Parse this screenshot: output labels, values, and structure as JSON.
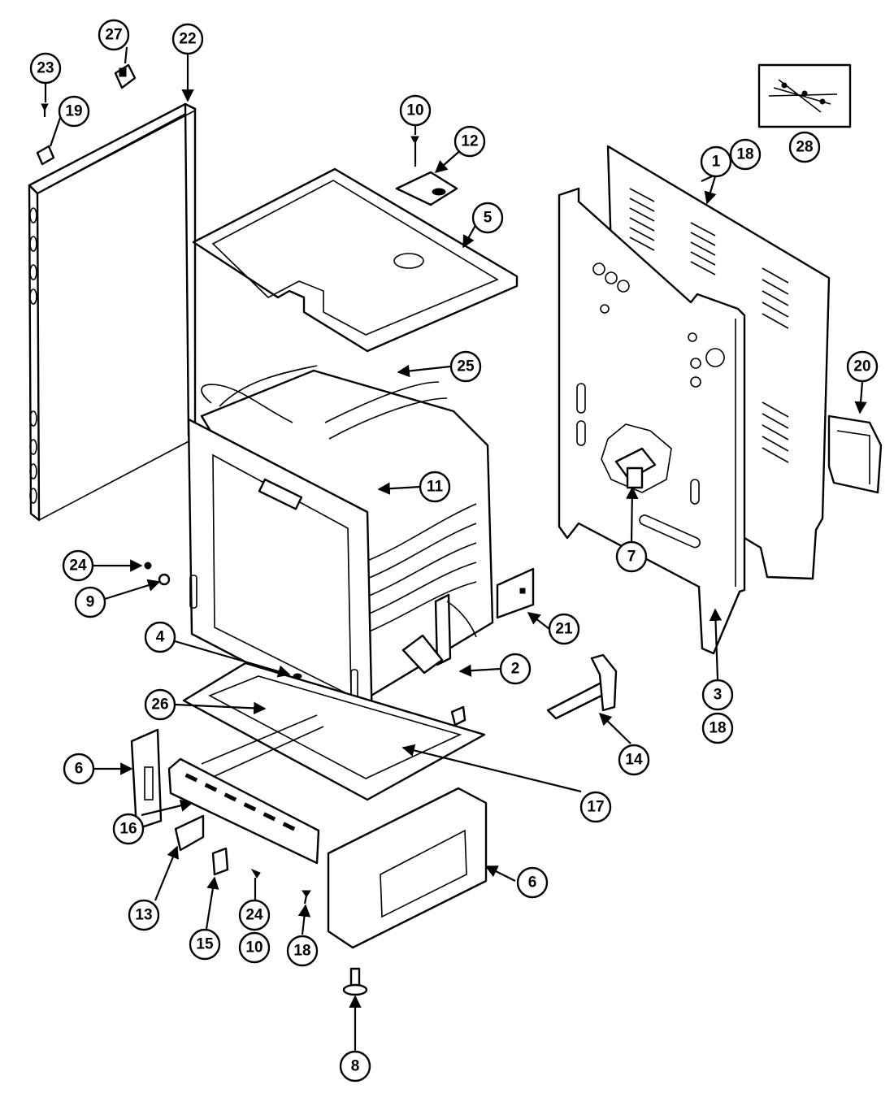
{
  "callouts": {
    "c1": "1",
    "c2": "2",
    "c3": "3",
    "c4": "4",
    "c5": "5",
    "c6a": "6",
    "c6b": "6",
    "c7": "7",
    "c8": "8",
    "c9": "9",
    "c10a": "10",
    "c10b": "10",
    "c11": "11",
    "c12": "12",
    "c13": "13",
    "c14": "14",
    "c15": "15",
    "c16": "16",
    "c17": "17",
    "c18a": "18",
    "c18b": "18",
    "c18c": "18",
    "c19": "19",
    "c20": "20",
    "c21": "21",
    "c22": "22",
    "c23": "23",
    "c24a": "24",
    "c24b": "24",
    "c25": "25",
    "c26": "26",
    "c27": "27",
    "c28": "28"
  }
}
